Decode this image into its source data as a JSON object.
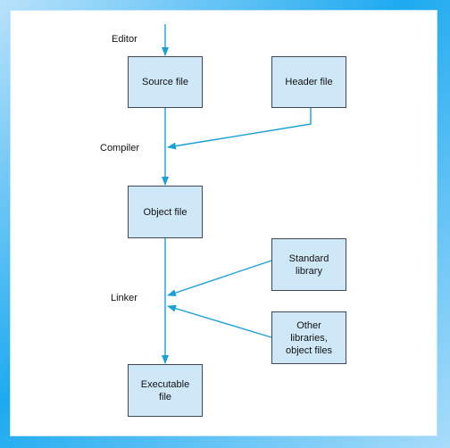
{
  "labels": {
    "editor": "Editor",
    "compiler": "Compiler",
    "linker": "Linker"
  },
  "boxes": {
    "source_file": "Source file",
    "header_file": "Header file",
    "object_file": "Object file",
    "standard_library": "Standard\nlibrary",
    "other_libraries": "Other\nlibraries,\nobject files",
    "executable_file": "Executable\nfile"
  },
  "colors": {
    "arrow": "#1a9fd9",
    "box_fill": "#cfe8f8",
    "box_border": "#404a52",
    "frame_accent": "#1daaf0"
  }
}
